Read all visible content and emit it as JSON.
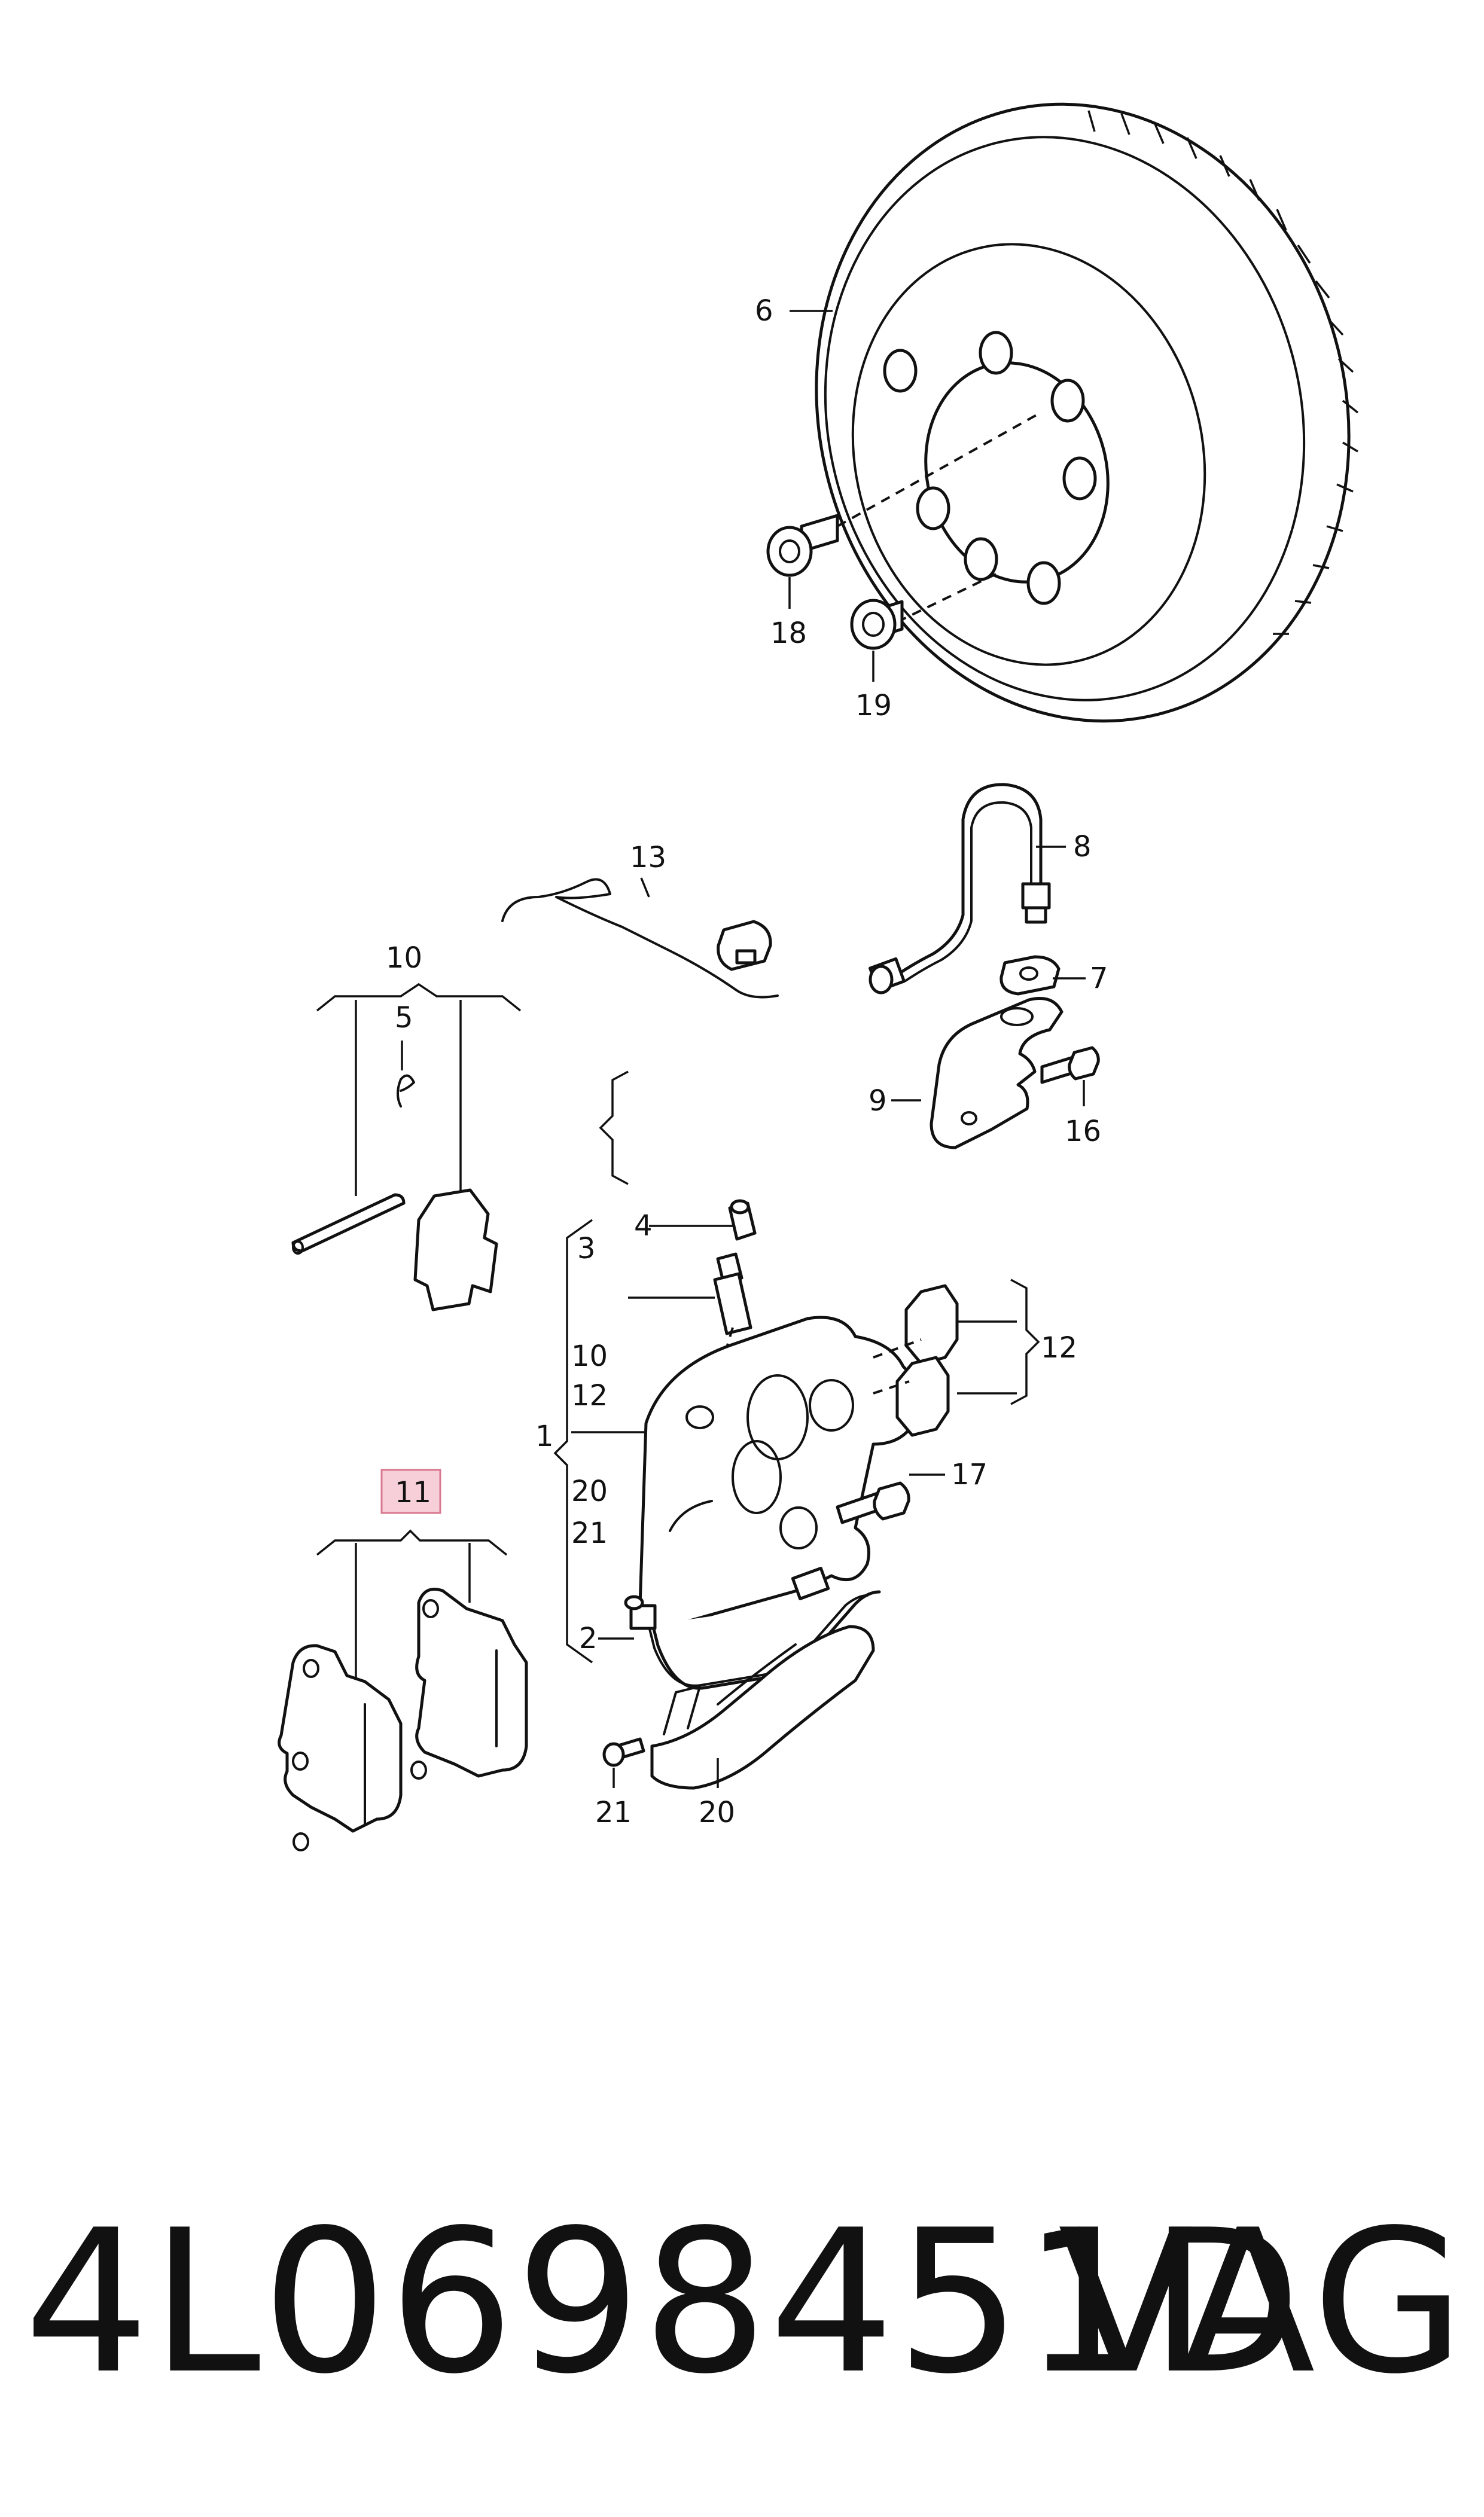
{
  "diagram": {
    "callouts": {
      "c1": "1",
      "c2": "2",
      "c3": "3",
      "c4": "4",
      "c5": "5",
      "c6": "6",
      "c7": "7",
      "c8": "8",
      "c9": "9",
      "c10_top": "10",
      "c10_brace": "10",
      "c11": "11",
      "c12_brace": "12",
      "c12_side": "12",
      "c13": "13",
      "c16": "16",
      "c17": "17",
      "c18": "18",
      "c19": "19",
      "c20_brace": "20",
      "c20": "20",
      "c21_brace": "21",
      "c21": "21"
    },
    "highlighted_callout": "11",
    "highlight_color": "#f6cfd8"
  },
  "footer": {
    "part_number": "4L0698451D",
    "brand": "VAG"
  }
}
